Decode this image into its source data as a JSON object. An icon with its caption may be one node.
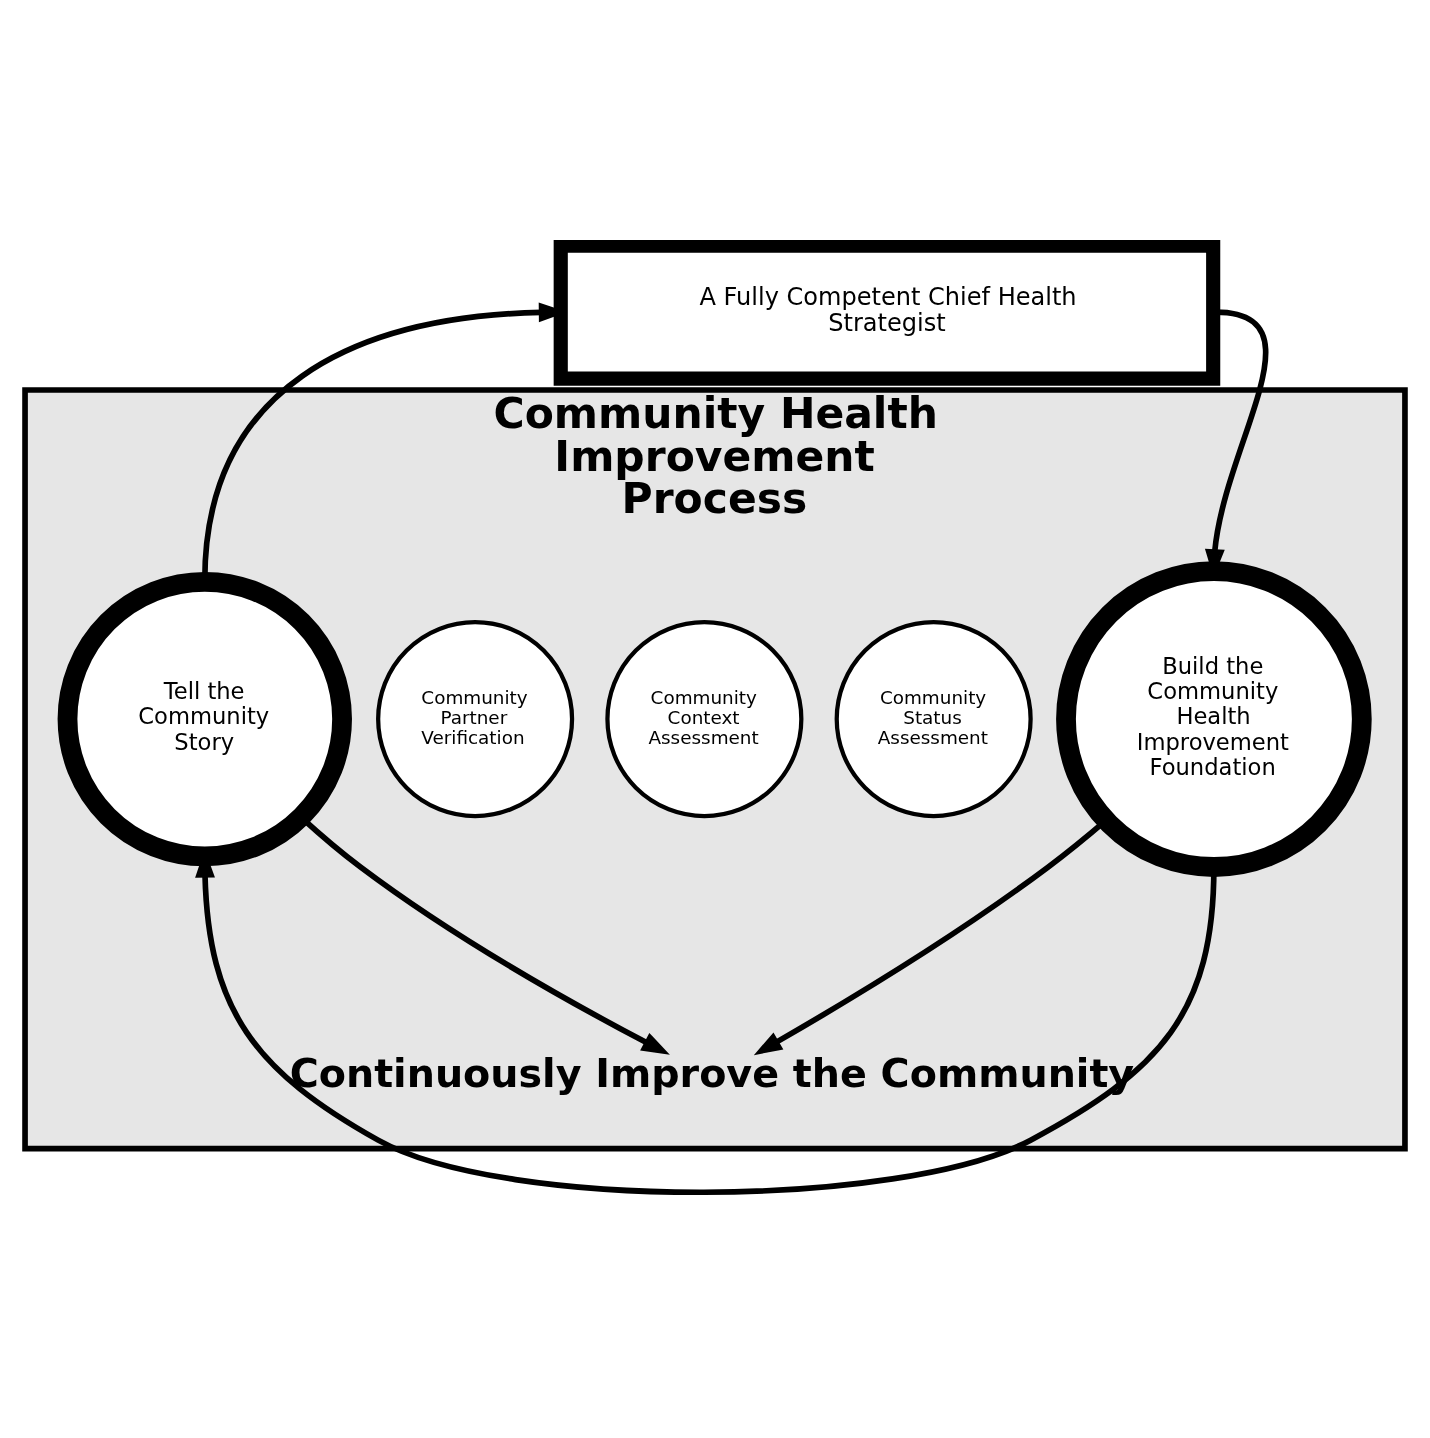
{
  "diagram": {
    "nodes": [
      {
        "text": [
          "A Fully Competent Chief Health Strategist"
        ]
      },
      {
        "text": [
          "Community Health Improvement Process"
        ]
      },
      {
        "text": [
          "Community Partner Verification"
        ],
        "in": 1
      },
      {
        "text": [
          "Community Context Assessment"
        ],
        "in": 1
      },
      {
        "text": [
          "Build the Community Health Improvement Foundation"
        ],
        "in": 1
      },
      {
        "text": [
          "Tell the Community Story"
        ],
        "in": 1
      },
      {
        "text": [
          "Community Status Assessment"
        ],
        "in": 1
      },
      {
        "text": [
          "Continuously Improve the Community"
        ],
        "in": 1
      }
    ],
    "edges": [
      {
        "from": 5,
        "to": 0,
        "arrow": "to"
      },
      {
        "from": 0,
        "to": 4,
        "arrow": "to"
      },
      {
        "from": 4,
        "to": 5,
        "arrow": "to"
      },
      {
        "from": 5,
        "to": 7,
        "arrow": "to"
      },
      {
        "from": 4,
        "to": 7,
        "arrow": "to"
      }
    ]
  }
}
